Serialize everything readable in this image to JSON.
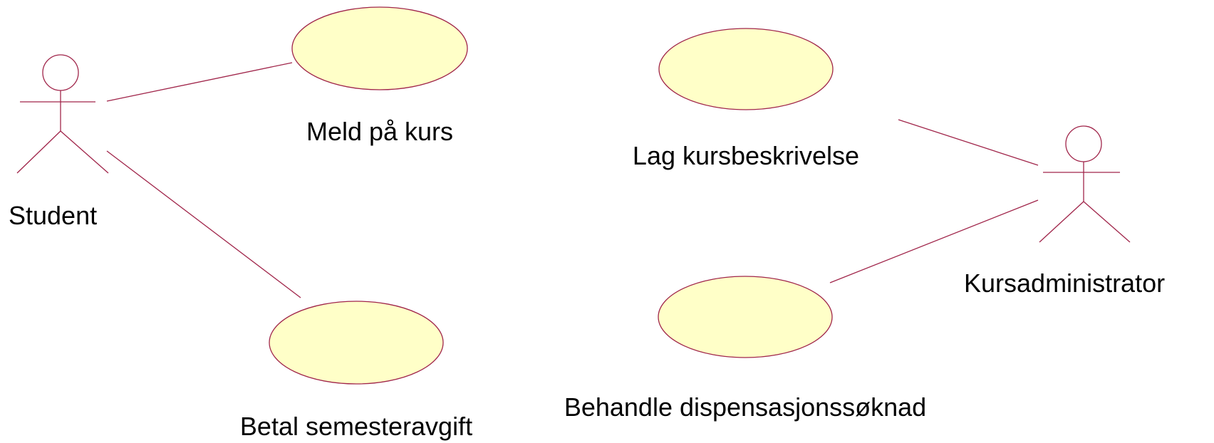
{
  "diagram": {
    "actors": {
      "student": {
        "name": "Student"
      },
      "kursadministrator": {
        "name": "Kursadministrator"
      }
    },
    "use_cases": {
      "meld": {
        "name": "Meld på kurs"
      },
      "betal": {
        "name": "Betal semesteravgift"
      },
      "lag": {
        "name": "Lag kursbeskrivelse"
      },
      "behandle": {
        "name": "Behandle dispensasjonssøknad"
      }
    }
  },
  "colors": {
    "stroke": "#a0254a",
    "use_case_fill": "#ffffc8",
    "text": "#000000"
  }
}
